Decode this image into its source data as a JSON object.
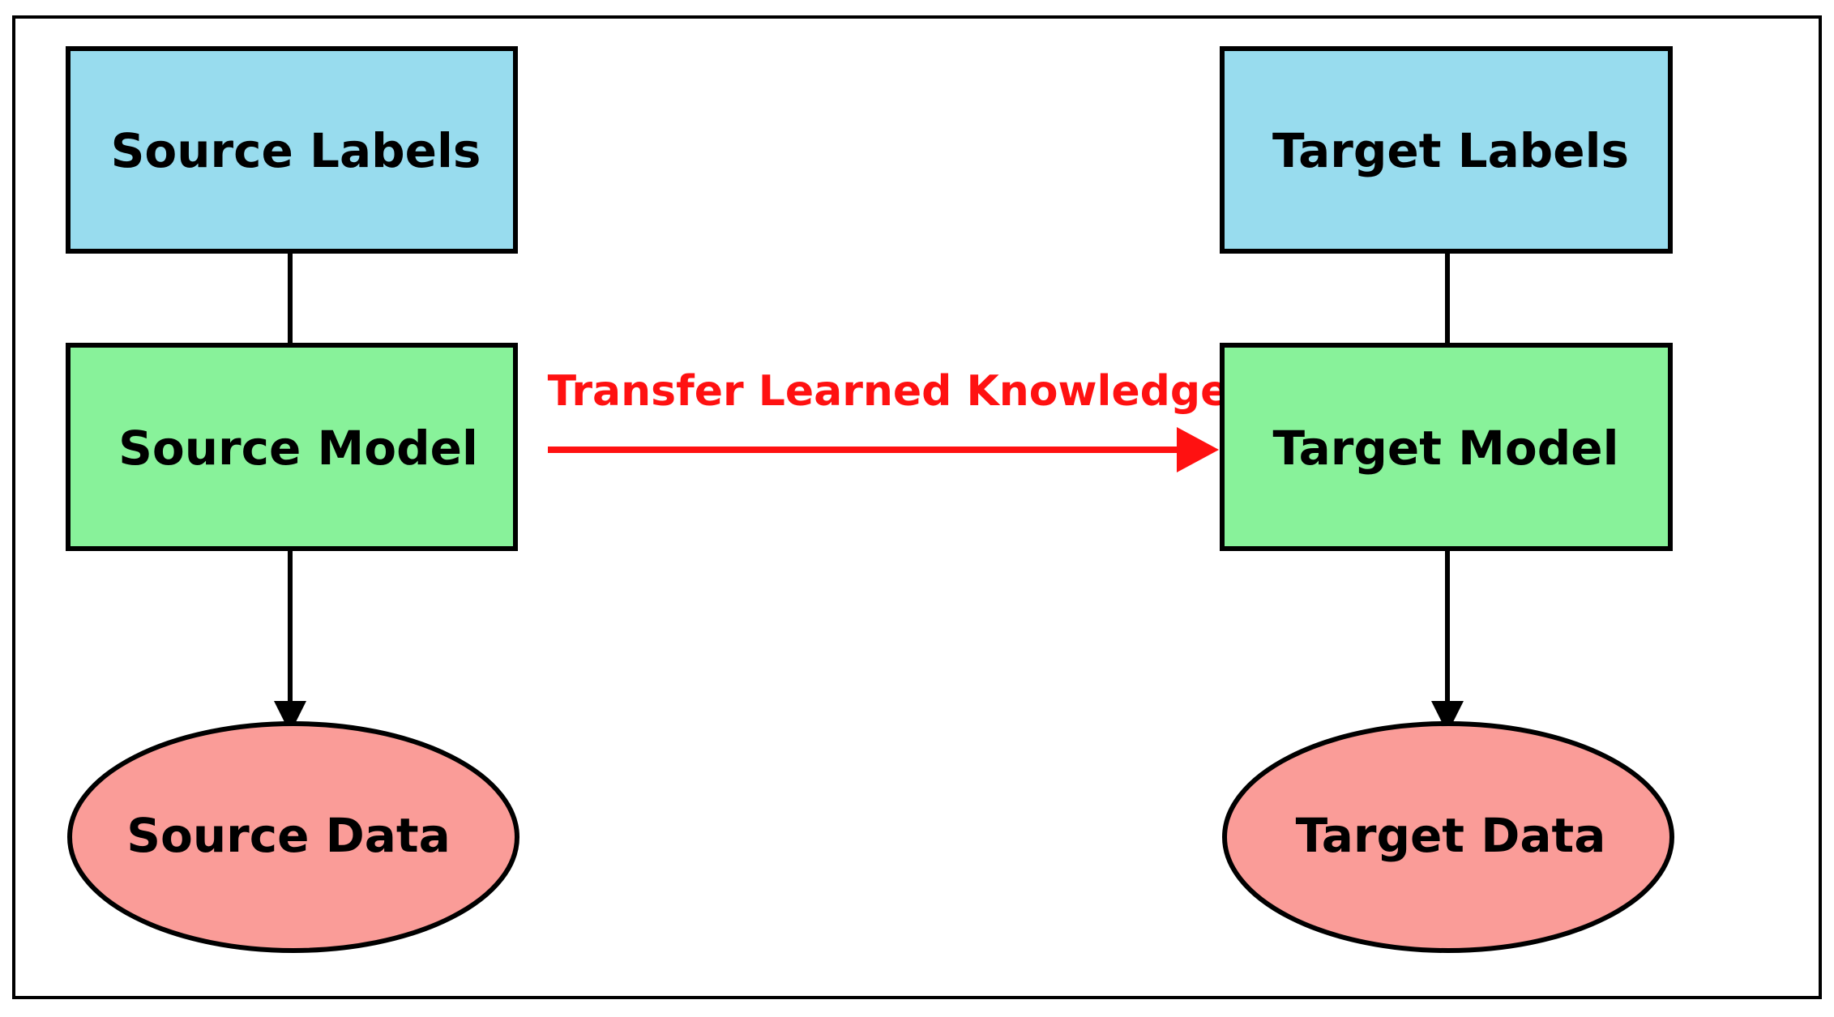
{
  "colors": {
    "labels_fill": "#98dcee",
    "model_fill": "#88f29a",
    "data_fill": "#fa9c98",
    "stroke": "#000000",
    "transfer_arrow": "#ff1111",
    "background": "#ffffff"
  },
  "source": {
    "labels": "Source Labels",
    "model": "Source Model",
    "data": "Source Data"
  },
  "target": {
    "labels": "Target Labels",
    "model": "Target Model",
    "data": "Target Data"
  },
  "transfer": {
    "label": "Transfer Learned Knowledge"
  }
}
